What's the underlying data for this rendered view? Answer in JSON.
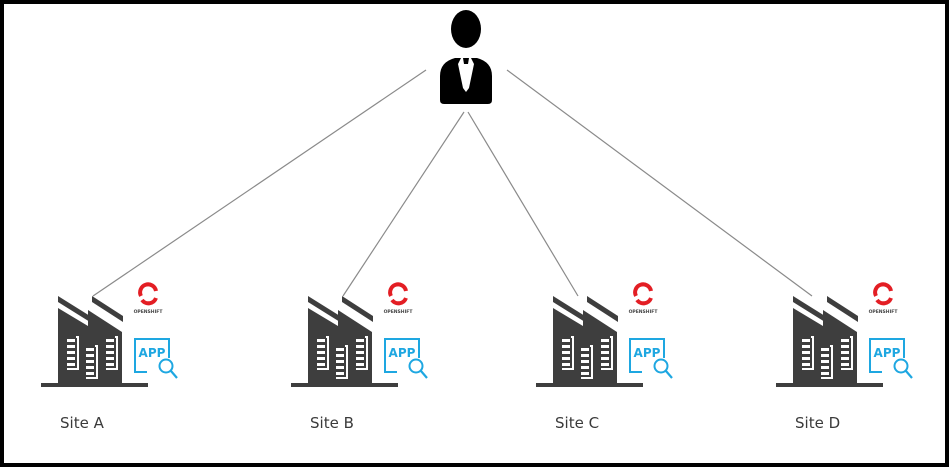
{
  "diagram": {
    "title": "",
    "colors": {
      "line": "#8a8a8a",
      "building": "#3e3e3e",
      "openshift": "#e31e24",
      "app": "#1ea7e1",
      "person": "#000000",
      "text": "#3a3a3a"
    },
    "user": {
      "icon": "businessman-icon"
    },
    "sites": [
      {
        "label": "Site A",
        "platform_label": "OPENSHIFT",
        "app_label": "APP"
      },
      {
        "label": "Site B",
        "platform_label": "OPENSHIFT",
        "app_label": "APP"
      },
      {
        "label": "Site C",
        "platform_label": "OPENSHIFT",
        "app_label": "APP"
      },
      {
        "label": "Site D",
        "platform_label": "OPENSHIFT",
        "app_label": "APP"
      }
    ]
  }
}
